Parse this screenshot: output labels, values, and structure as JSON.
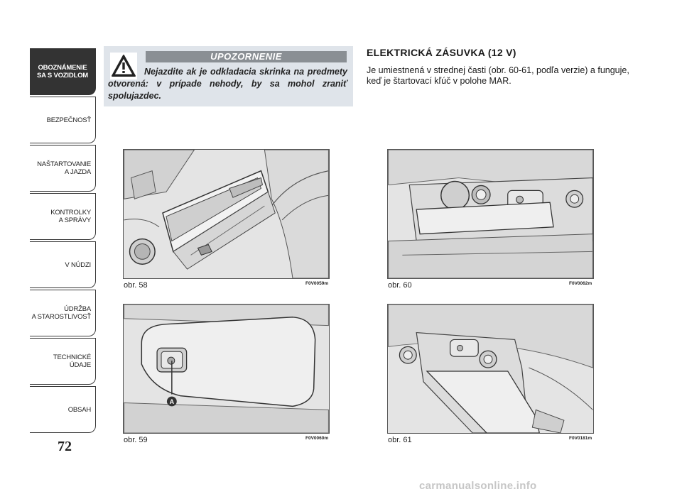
{
  "sidebar": {
    "items": [
      {
        "label": "OBOZNÁMENIE\nSA S VOZIDLOM",
        "active": true
      },
      {
        "label": "BEZPEČNOSŤ",
        "active": false
      },
      {
        "label": "NAŠTARTOVANIE\nA JAZDA",
        "active": false
      },
      {
        "label": "KONTROLKY\nA SPRÁVY",
        "active": false
      },
      {
        "label": "V NÚDZI",
        "active": false
      },
      {
        "label": "ÚDRŽBA\nA STAROSTLIVOSŤ",
        "active": false
      },
      {
        "label": "TECHNICKÉ\nÚDAJE",
        "active": false
      },
      {
        "label": "OBSAH",
        "active": false
      }
    ]
  },
  "page_number": "72",
  "warning": {
    "title": "UPOZORNENIE",
    "text": "Nejazdite ak je odkladacia skrinka na predmety otvorená: v prípade nehody, by sa mohol zraniť spolujazdec.",
    "icon": "warning-triangle-icon"
  },
  "section": {
    "title": "ELEKTRICKÁ ZÁSUVKA (12 V)",
    "body": "Je umiestnená v strednej časti (obr. 60-61, podľa verzie) a funguje, keď je štartovací kľúč v polohe MAR."
  },
  "figures": [
    {
      "caption": "obr. 58",
      "code": "F0V0059m"
    },
    {
      "caption": "obr. 59",
      "code": "F0V0060m",
      "callout": "A"
    },
    {
      "caption": "obr. 60",
      "code": "F0V0062m"
    },
    {
      "caption": "obr. 61",
      "code": "F0V0181m"
    }
  ],
  "footer": "carmanualsonline.info",
  "colors": {
    "warning_bg": "#dfe4ea",
    "warning_title_bg": "#8a8f94",
    "tab_active": "#333333",
    "callout": "#333333"
  }
}
